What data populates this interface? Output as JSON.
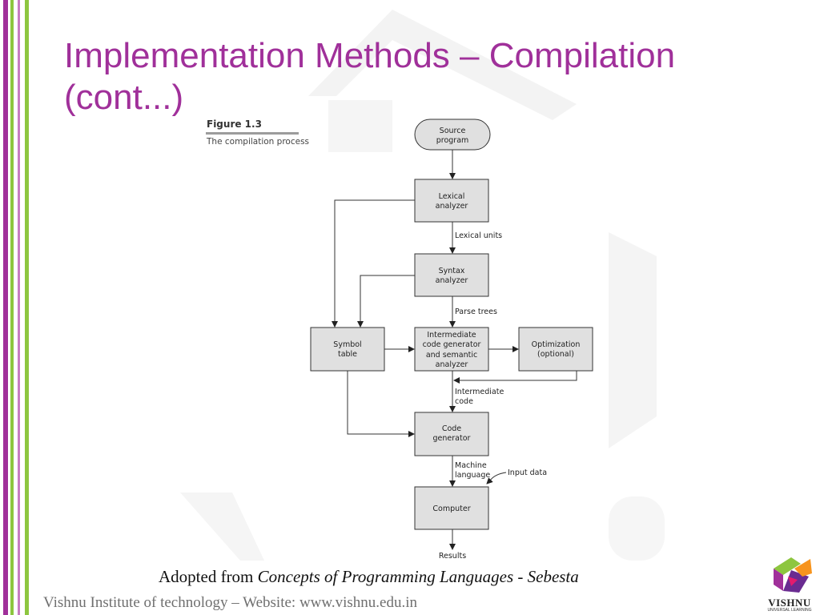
{
  "slide": {
    "title_line1": "Implementation Methods – Compilation",
    "title_line2": "(cont...)"
  },
  "figure": {
    "heading": "Figure 1.3",
    "caption": "The compilation process"
  },
  "nodes": {
    "source": [
      "Source",
      "program"
    ],
    "lexical": [
      "Lexical",
      "analyzer"
    ],
    "syntax": [
      "Syntax",
      "analyzer"
    ],
    "symbol": [
      "Symbol",
      "table"
    ],
    "intermediate": [
      "Intermediate",
      "code generator",
      "and semantic",
      "analyzer"
    ],
    "optimization": [
      "Optimization",
      "(optional)"
    ],
    "codegen": [
      "Code",
      "generator"
    ],
    "computer": [
      "Computer"
    ]
  },
  "edge_labels": {
    "lexical_units": "Lexical units",
    "parse_trees": "Parse trees",
    "intermediate_code": [
      "Intermediate",
      "code"
    ],
    "machine_language": [
      "Machine",
      "language"
    ],
    "input_data": "Input data",
    "results": "Results"
  },
  "credit": {
    "prefix": "Adopted from ",
    "book": "Concepts of Programming Languages - Sebesta"
  },
  "footer": "Vishnu Institute of technology – Website: www.vishnu.edu.in",
  "logo": {
    "name": "VISHNU",
    "sub": "UNIVERSAL LEARNING"
  },
  "colors": {
    "title": "#a0309a",
    "box_fill": "#e0e0e0",
    "stripe_purple": "#a0309a",
    "stripe_green": "#8dc63f"
  }
}
